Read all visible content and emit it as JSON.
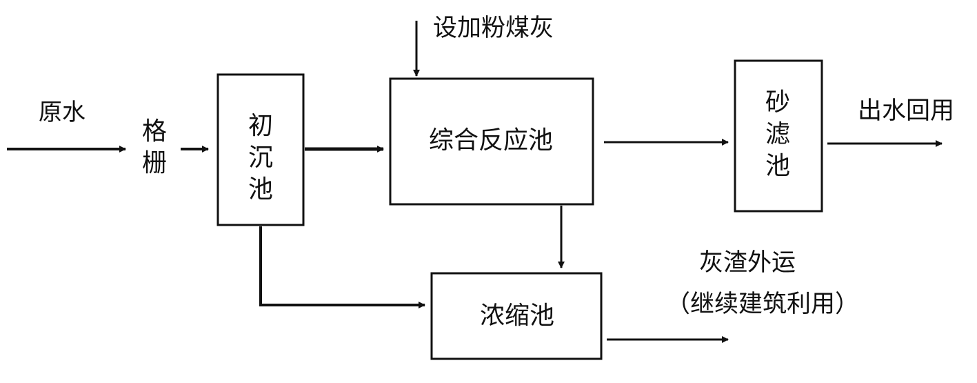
{
  "diagram": {
    "inputs": {
      "raw_water": "原水",
      "fly_ash_dosing": "设加粉煤灰"
    },
    "grating": {
      "label": [
        "格",
        "栅"
      ]
    },
    "units": {
      "primary_sedimentation": {
        "label": [
          "初",
          "沉",
          "池"
        ]
      },
      "reaction_tank": {
        "label": "综合反应池"
      },
      "sand_filter": {
        "label": [
          "砂",
          "滤",
          "池"
        ]
      },
      "thickener": {
        "label": "浓缩池"
      }
    },
    "outputs": {
      "effluent_reuse": "出水回用",
      "ash_removal": "灰渣外运",
      "ash_reuse_note": "（继续建筑利用）"
    }
  }
}
